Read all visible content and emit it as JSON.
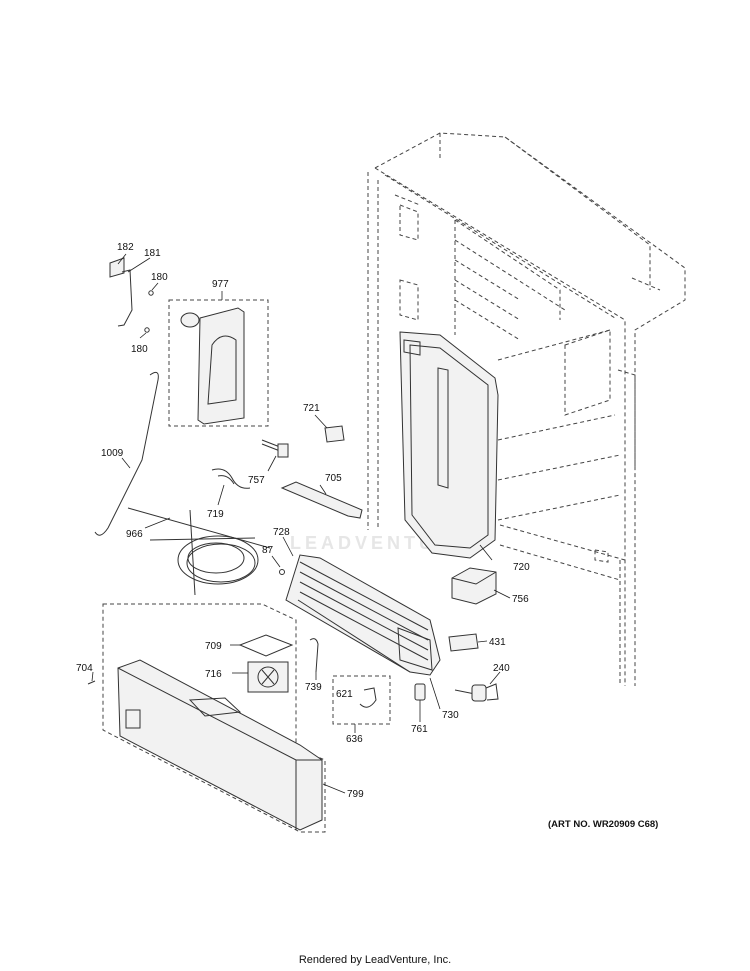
{
  "diagram": {
    "art_number": "(ART NO. WR20909 C68)",
    "footer": "Rendered by LeadVenture, Inc.",
    "watermark": "LEADVENTURE",
    "callouts": {
      "c182": "182",
      "c181": "181",
      "c180a": "180",
      "c180b": "180",
      "c977": "977",
      "c721": "721",
      "c1009": "1009",
      "c757": "757",
      "c705": "705",
      "c719": "719",
      "c966": "966",
      "c728": "728",
      "c87": "87",
      "c720": "720",
      "c756": "756",
      "c709": "709",
      "c431": "431",
      "c716": "716",
      "c704": "704",
      "c739": "739",
      "c621": "621",
      "c240": "240",
      "c730": "730",
      "c761": "761",
      "c636": "636",
      "c799": "799"
    }
  }
}
